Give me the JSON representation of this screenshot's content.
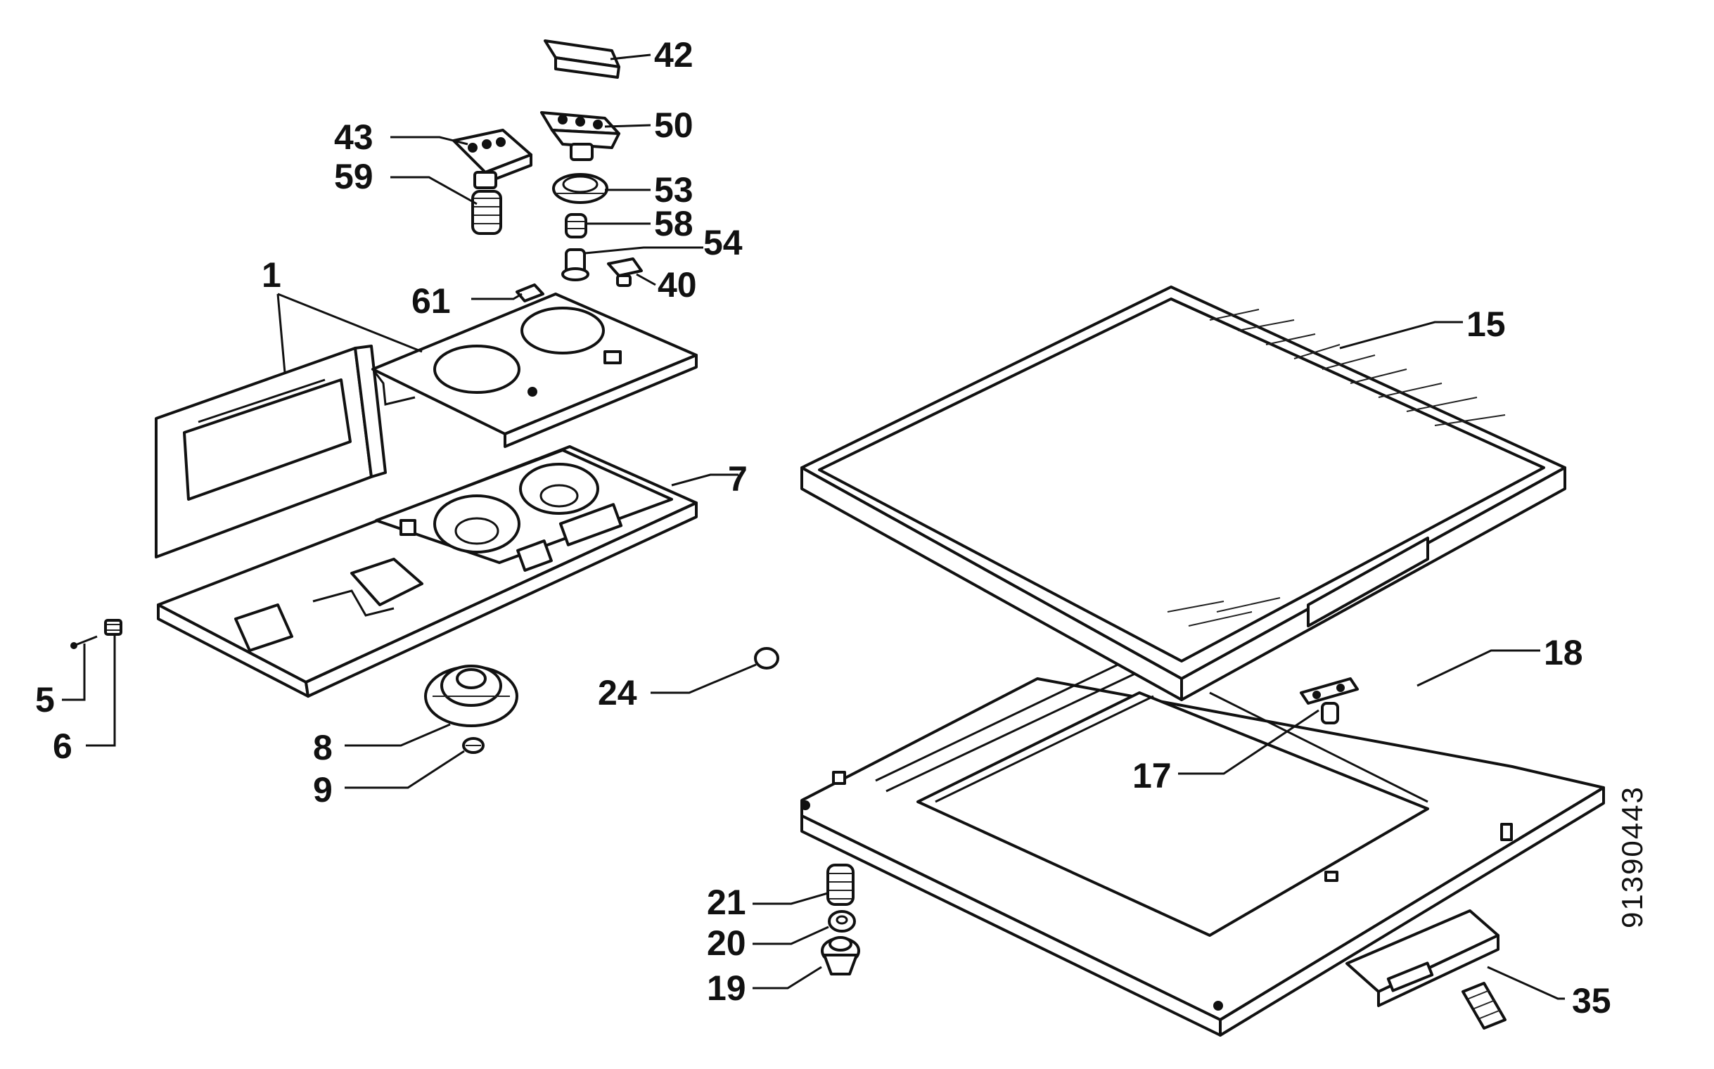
{
  "diagram": {
    "drawing_number": "91390443",
    "callouts": {
      "c1": "1",
      "c5": "5",
      "c6": "6",
      "c7": "7",
      "c8": "8",
      "c9": "9",
      "c15": "15",
      "c17": "17",
      "c18": "18",
      "c19": "19",
      "c20": "20",
      "c21": "21",
      "c24": "24",
      "c35": "35",
      "c40": "40",
      "c42": "42",
      "c43": "43",
      "c50": "50",
      "c53": "53",
      "c54": "54",
      "c58": "58",
      "c59": "59",
      "c61": "61"
    }
  }
}
